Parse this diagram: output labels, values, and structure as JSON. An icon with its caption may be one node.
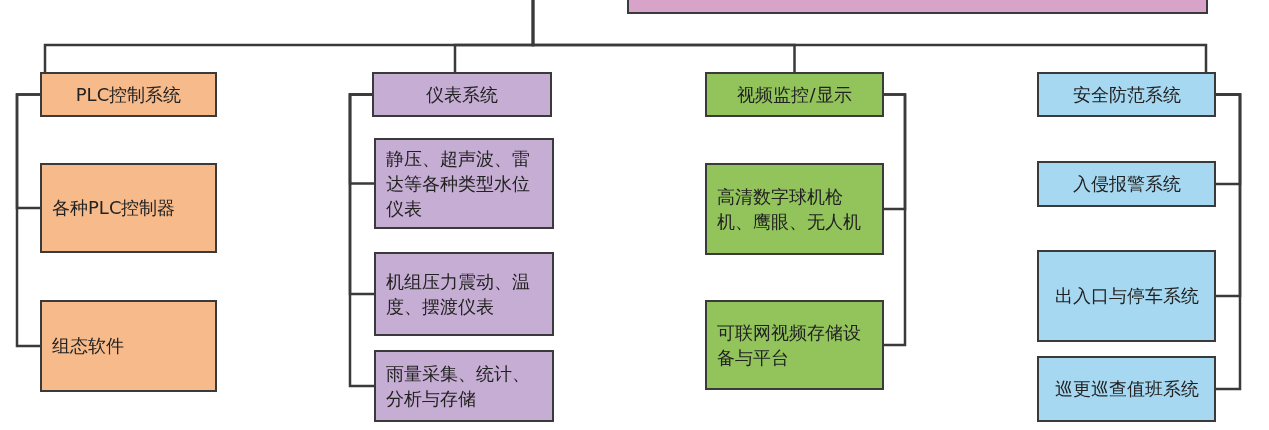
{
  "diagram": {
    "nodes": [
      {
        "text": [],
        "shape": "box"
      },
      {
        "text": [
          "PLC控制系统"
        ]
      },
      {
        "text": [
          "各种PLC控制器"
        ]
      },
      {
        "text": [
          "组态软件"
        ]
      },
      {
        "text": [
          "仪表系统"
        ]
      },
      {
        "text": [
          "静压、超声波、雷达等各种类型水位仪表"
        ]
      },
      {
        "text": [
          "机组压力震动、温度、摆渡仪表"
        ]
      },
      {
        "text": [
          "雨量采集、统计、分析与存储"
        ]
      },
      {
        "text": [
          "视频监控/显示"
        ]
      },
      {
        "text": [
          "高清数字球机枪机、鹰眼、无人机"
        ]
      },
      {
        "text": [
          "可联网视频存储设备与平台"
        ]
      },
      {
        "text": [
          "安全防范系统"
        ]
      },
      {
        "text": [
          "入侵报警系统"
        ]
      },
      {
        "text": [
          "出入口与停车系统"
        ]
      },
      {
        "text": [
          "巡更巡查值班系统"
        ]
      }
    ],
    "edges": [
      {
        "from": null,
        "to": 1,
        "arrow": "none"
      },
      {
        "from": null,
        "to": 4,
        "arrow": "none"
      },
      {
        "from": null,
        "to": 8,
        "arrow": "none"
      },
      {
        "from": null,
        "to": 11,
        "arrow": "none"
      },
      {
        "from": 1,
        "to": 2,
        "arrow": "none"
      },
      {
        "from": 1,
        "to": 3,
        "arrow": "none"
      },
      {
        "from": 4,
        "to": 5,
        "arrow": "none"
      },
      {
        "from": 4,
        "to": 6,
        "arrow": "none"
      },
      {
        "from": 4,
        "to": 7,
        "arrow": "none"
      },
      {
        "from": 8,
        "to": 9,
        "arrow": "none"
      },
      {
        "from": 8,
        "to": 10,
        "arrow": "none"
      },
      {
        "from": 11,
        "to": 12,
        "arrow": "none"
      },
      {
        "from": 11,
        "to": 13,
        "arrow": "none"
      },
      {
        "from": 11,
        "to": 14,
        "arrow": "none"
      }
    ]
  }
}
